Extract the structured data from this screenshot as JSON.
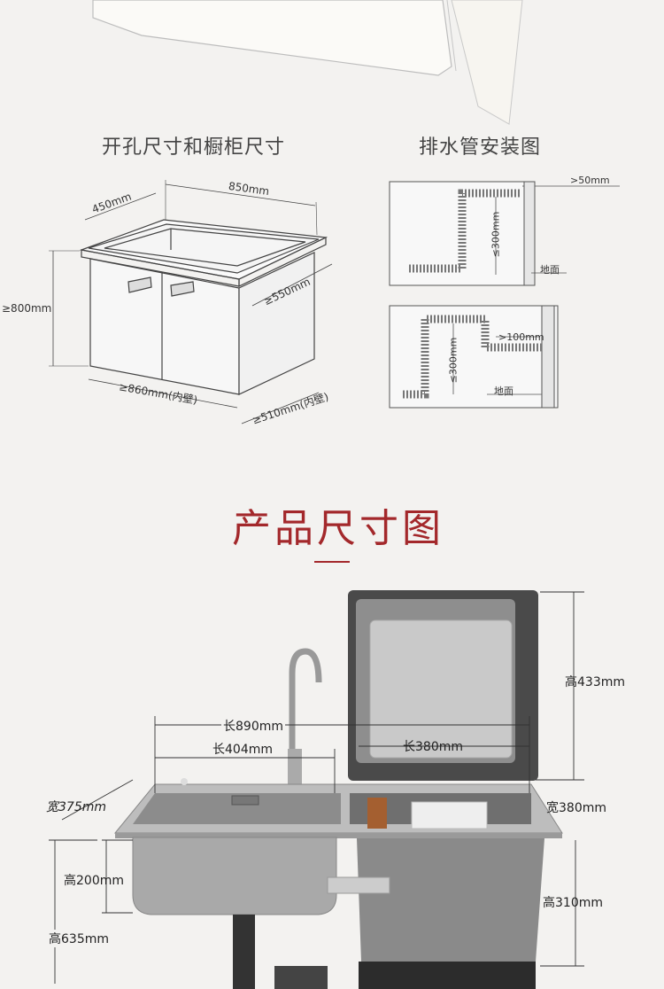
{
  "cabinet_section": {
    "title": "开孔尺寸和橱柜尺寸",
    "depth_top": "450mm",
    "width_top": "850mm",
    "height": "≥800mm",
    "depth_side": "≥550mm",
    "width_inner": "≥860mm(内壁)",
    "depth_inner": "≥510mm(内壁)"
  },
  "drain_section": {
    "title": "排水管安装图",
    "gap_top": ">50mm",
    "height_top": "≤300mm",
    "floor_top": "地面",
    "gap_bottom": ">100mm",
    "height_bottom": "≤300mm",
    "floor_bottom": "地面"
  },
  "product_section": {
    "title": "产品尺寸图",
    "length_total": "长890mm",
    "length_sink": "长404mm",
    "length_washer": "长380mm",
    "width_sink": "宽375mm",
    "width_washer": "宽380mm",
    "height_lid": "高433mm",
    "height_sink": "高200mm",
    "height_washer": "高310mm",
    "height_total": "高635mm"
  }
}
